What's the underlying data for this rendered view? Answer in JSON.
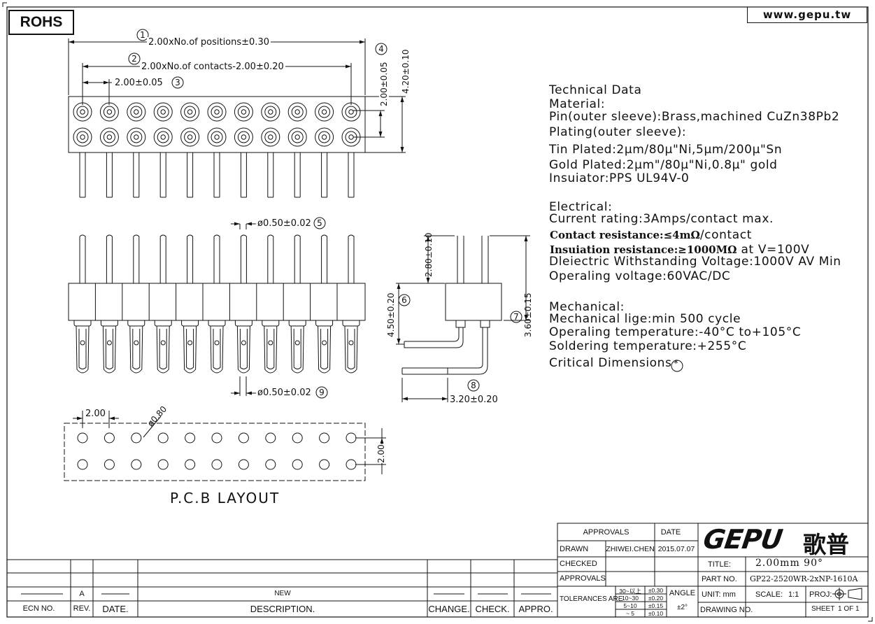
{
  "header": {
    "rohs": "ROHS",
    "website": "www.gepu.tw"
  },
  "dimensions": {
    "d1": "2.00xNo.of positions±0.30",
    "d2": "2.00xNo.of contacts-2.00±0.20",
    "d3": "2.00±0.05",
    "d4a": "4.20±0.10",
    "d4b": "2.00±0.05",
    "d5": "ø0.50±0.02",
    "d6a": "2.80±0.10",
    "d6b": "4.50±0.20",
    "d7": "3.60±0.15",
    "d8": "3.20±0.20",
    "d9": "ø0.50±0.02",
    "pcb_pitch": "2.00",
    "pcb_hole": "ø0.80",
    "pcb_row": "2.00"
  },
  "markers": [
    "1",
    "2",
    "3",
    "4",
    "5",
    "6",
    "7",
    "8",
    "9"
  ],
  "pcb_title": "P.C.B LAYOUT",
  "tech_data": {
    "heading": "Technical Data",
    "material": "Material:",
    "pin": "Pin(outer sleeve):Brass,machined CuZn38Pb2",
    "plating": "Plating(outer sleeve):",
    "tin": "Tin Plated:2μm/80μ\"Ni,5μm/200μ\"Sn",
    "gold": "Gold Plated:2μm\"/80μ\"Ni,0.8μ\" gold",
    "insulator": "Insuiator:PPS UL94V-0",
    "electrical": "Electrical:",
    "current": "Current rating:3Amps/contact max.",
    "contact_res_a": "Contact resistance:≤4mΩ",
    "contact_res_b": "/contact",
    "insulation_res_a": "Insuiation resistance:≥1000MΩ",
    "insulation_res_b": " at V=100V",
    "dielectric": "Dleiectric Withstanding Voltage:1000V AV Min",
    "operating_voltage": "Operaling voltage:60VAC/DC",
    "mechanical": "Mechanical:",
    "life": "Mechanical lige:min 500 cycle",
    "op_temp": "Operaling temperature:-40°C  to+105°C",
    "solder_temp": "Soldering temperature:+255°C",
    "critical": "Critical Dimensions"
  },
  "title_block": {
    "approvals_head": "APPROVALS",
    "date_head": "DATE",
    "drawn": "DRAWN",
    "drawn_by": "ZHIWEI.CHEN",
    "drawn_date": "2015.07.07",
    "checked": "CHECKED",
    "approvals": "APPROVALS",
    "tolerances": "TOLERANCES ARE",
    "tol_rows": [
      {
        "range": "30~以上",
        "tol": "±0.30"
      },
      {
        "range": "10~30",
        "tol": "±0.20"
      },
      {
        "range": "5~10",
        "tol": "±0.15"
      },
      {
        "range": "~ 5",
        "tol": "±0.10"
      }
    ],
    "angle": "ANGLE",
    "angle_tol": "±2°",
    "logo": "GEPU",
    "logo_cn": "歌普",
    "title_label": "TITLE:",
    "title_value": "2.00mm 90°",
    "part_label": "PART NO.",
    "part_value": "GP22-2520WR-2xNP-1610A",
    "unit": "UNIT: mm",
    "scale_label": "SCALE:",
    "scale_value": "1:1",
    "proj": "PROJ:",
    "drawing_no": "DRAWING NO.",
    "sheet_label": "SHEET",
    "sheet_value": "1 OF 1"
  },
  "revision_block": {
    "rev": "A",
    "new": "NEW",
    "ecn_no": "ECN NO.",
    "rev_head": "REV.",
    "date_head": "DATE.",
    "description": "DESCRIPTION.",
    "change": "CHANGE.",
    "check": "CHECK.",
    "appro": "APPRO."
  }
}
